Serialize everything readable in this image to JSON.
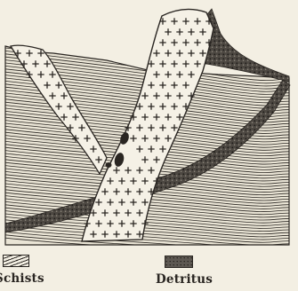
{
  "figure": {
    "units": [
      "schist-layers",
      "dike-branch",
      "main-dike",
      "detritus-cap",
      "diagonal-vein"
    ]
  },
  "legend": {
    "schists_label": "Schists",
    "detritus_label": "Detritus"
  }
}
